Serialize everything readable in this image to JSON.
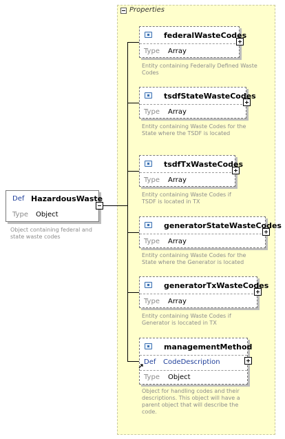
{
  "root": {
    "keyword": "Def",
    "name": "HazardousWaste",
    "type_label": "Type",
    "type_value": "Object",
    "description": "Object containing federal and state waste codes"
  },
  "group": {
    "title": "Properties"
  },
  "properties": [
    {
      "name": "federalWasteCodes",
      "type_label": "Type",
      "type_value": "Array",
      "description": "Entity containing Federally Defined Waste Codes"
    },
    {
      "name": "tsdfStateWasteCodes",
      "type_label": "Type",
      "type_value": "Array",
      "description": "Entity containing Waste Codes for the State where the TSDF is located"
    },
    {
      "name": "tsdfTxWasteCodes",
      "type_label": "Type",
      "type_value": "Array",
      "description": "Entity containing Waste Codes if TSDF is located in TX"
    },
    {
      "name": "generatorStateWasteCodes",
      "type_label": "Type",
      "type_value": "Array",
      "description": "Entity containing Waste Codes for the State where the Generator is located"
    },
    {
      "name": "generatorTxWasteCodes",
      "type_label": "Type",
      "type_value": "Array",
      "description": "Entity containing Waste Codes if Generator is loccated in TX"
    },
    {
      "name": "managementMethod",
      "def_label": "Def",
      "def_value": "CodeDescription",
      "type_label": "Type",
      "type_value": "Object",
      "description": "Object for handling codes and their descriptions.  This object will have a parent object that will describe the code."
    }
  ]
}
